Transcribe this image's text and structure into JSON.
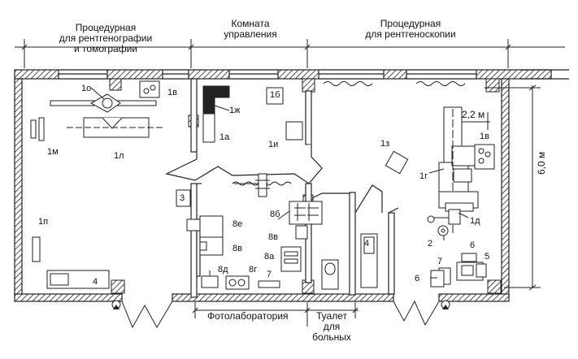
{
  "headers": {
    "left_line1": "Процедурная",
    "left_line2": "для рентгенографии",
    "left_line3": "и томографии",
    "center_line1": "Комната",
    "center_line2": "управления",
    "right_line1": "Процедурная",
    "right_line2": "для рентгеноскопии"
  },
  "bottom_labels": {
    "photolab": "Фотолаборатория",
    "toilet_line1": "Туалет",
    "toilet_line2": "для",
    "toilet_line3": "больных"
  },
  "dimensions": {
    "width": "2,2 м",
    "height": "6,0 м"
  },
  "equipment_labels": {
    "l_1o": "1о",
    "l_1v_left": "1в",
    "l_1m": "1м",
    "l_1l": "1л",
    "l_1p": "1п",
    "l_4_left": "4",
    "l_1zh": "1ж",
    "l_1b": "1б",
    "l_1a": "1а",
    "l_1i": "1и",
    "l_3": "3",
    "l_8e": "8е",
    "l_8v_left": "8в",
    "l_8b": "8б",
    "l_8v_right": "8в",
    "l_8a": "8а",
    "l_8d": "8д",
    "l_8g": "8г",
    "l_7_center": "7",
    "l_4_center": "4",
    "l_1z": "1з",
    "l_1v_right": "1в",
    "l_1g": "1г",
    "l_1d": "1д",
    "l_2": "2",
    "l_6_top": "6",
    "l_5": "5",
    "l_7_right": "7",
    "l_6_left": "6"
  }
}
